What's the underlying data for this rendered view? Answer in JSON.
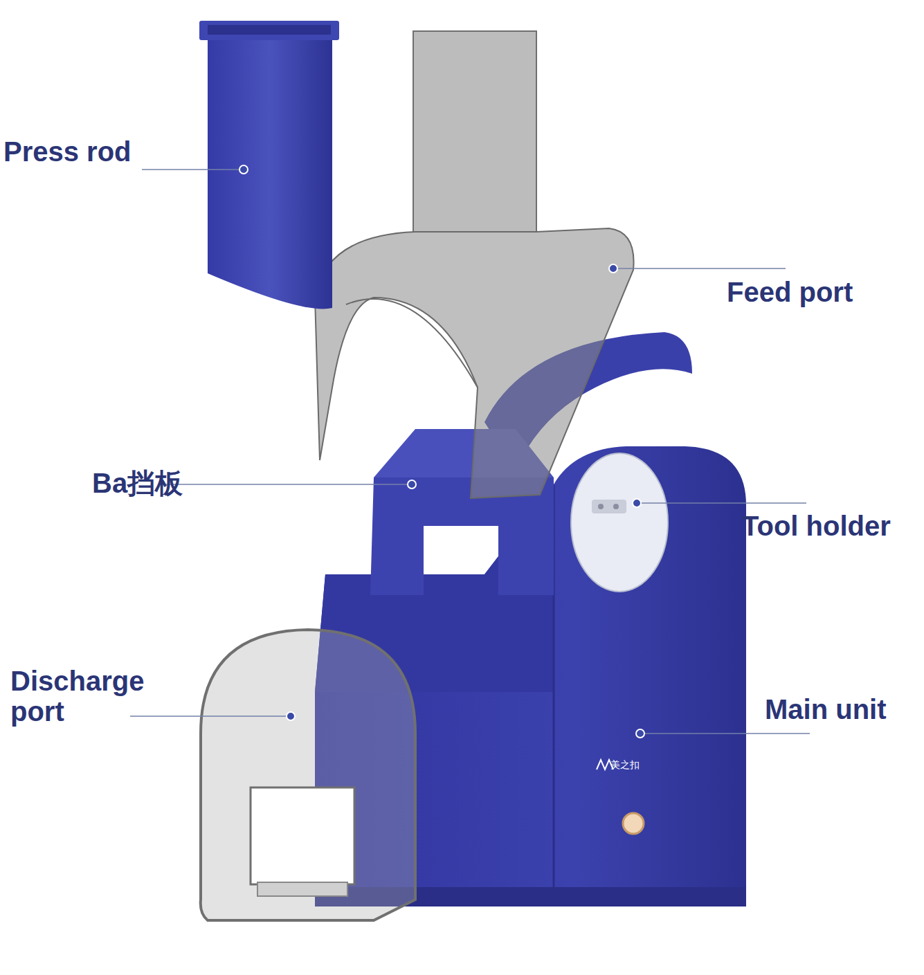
{
  "diagram": {
    "labels": [
      "Press rod",
      "Feed port",
      "Ba挡板",
      "Tool holder",
      "Discharge port",
      "Main unit",
      "美之扣"
    ]
  }
}
